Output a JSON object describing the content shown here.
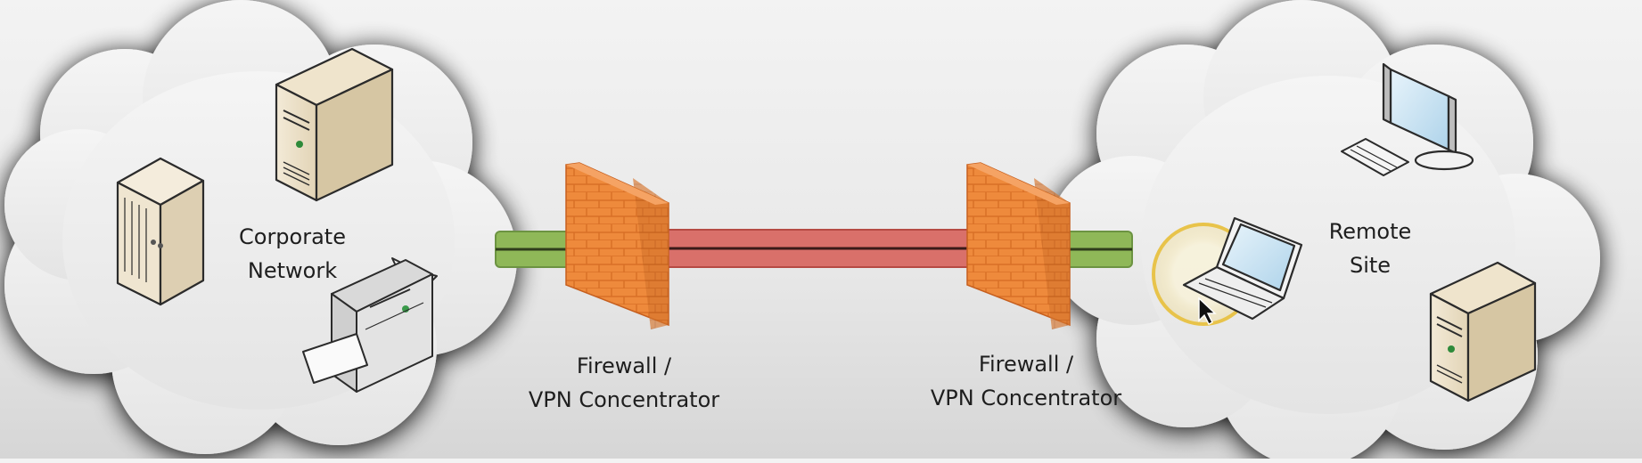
{
  "diagram": {
    "corporate_network": {
      "line1": "Corporate",
      "line2": "Network"
    },
    "firewall_left": {
      "line1": "Firewall /",
      "line2": "VPN Concentrator"
    },
    "firewall_right": {
      "line1": "Firewall /",
      "line2": "VPN Concentrator"
    },
    "remote_site": {
      "line1": "Remote",
      "line2": "Site"
    }
  },
  "colors": {
    "tunnel": "#d9706a",
    "link": "#8fb858",
    "firewall": "#ee8a3c",
    "highlight": "#e8c34a"
  },
  "icons": [
    "tower-server-icon",
    "server-icon",
    "printer-icon",
    "firewall-icon",
    "monitor-icon",
    "keyboard-icon",
    "laptop-icon",
    "cursor-icon"
  ]
}
